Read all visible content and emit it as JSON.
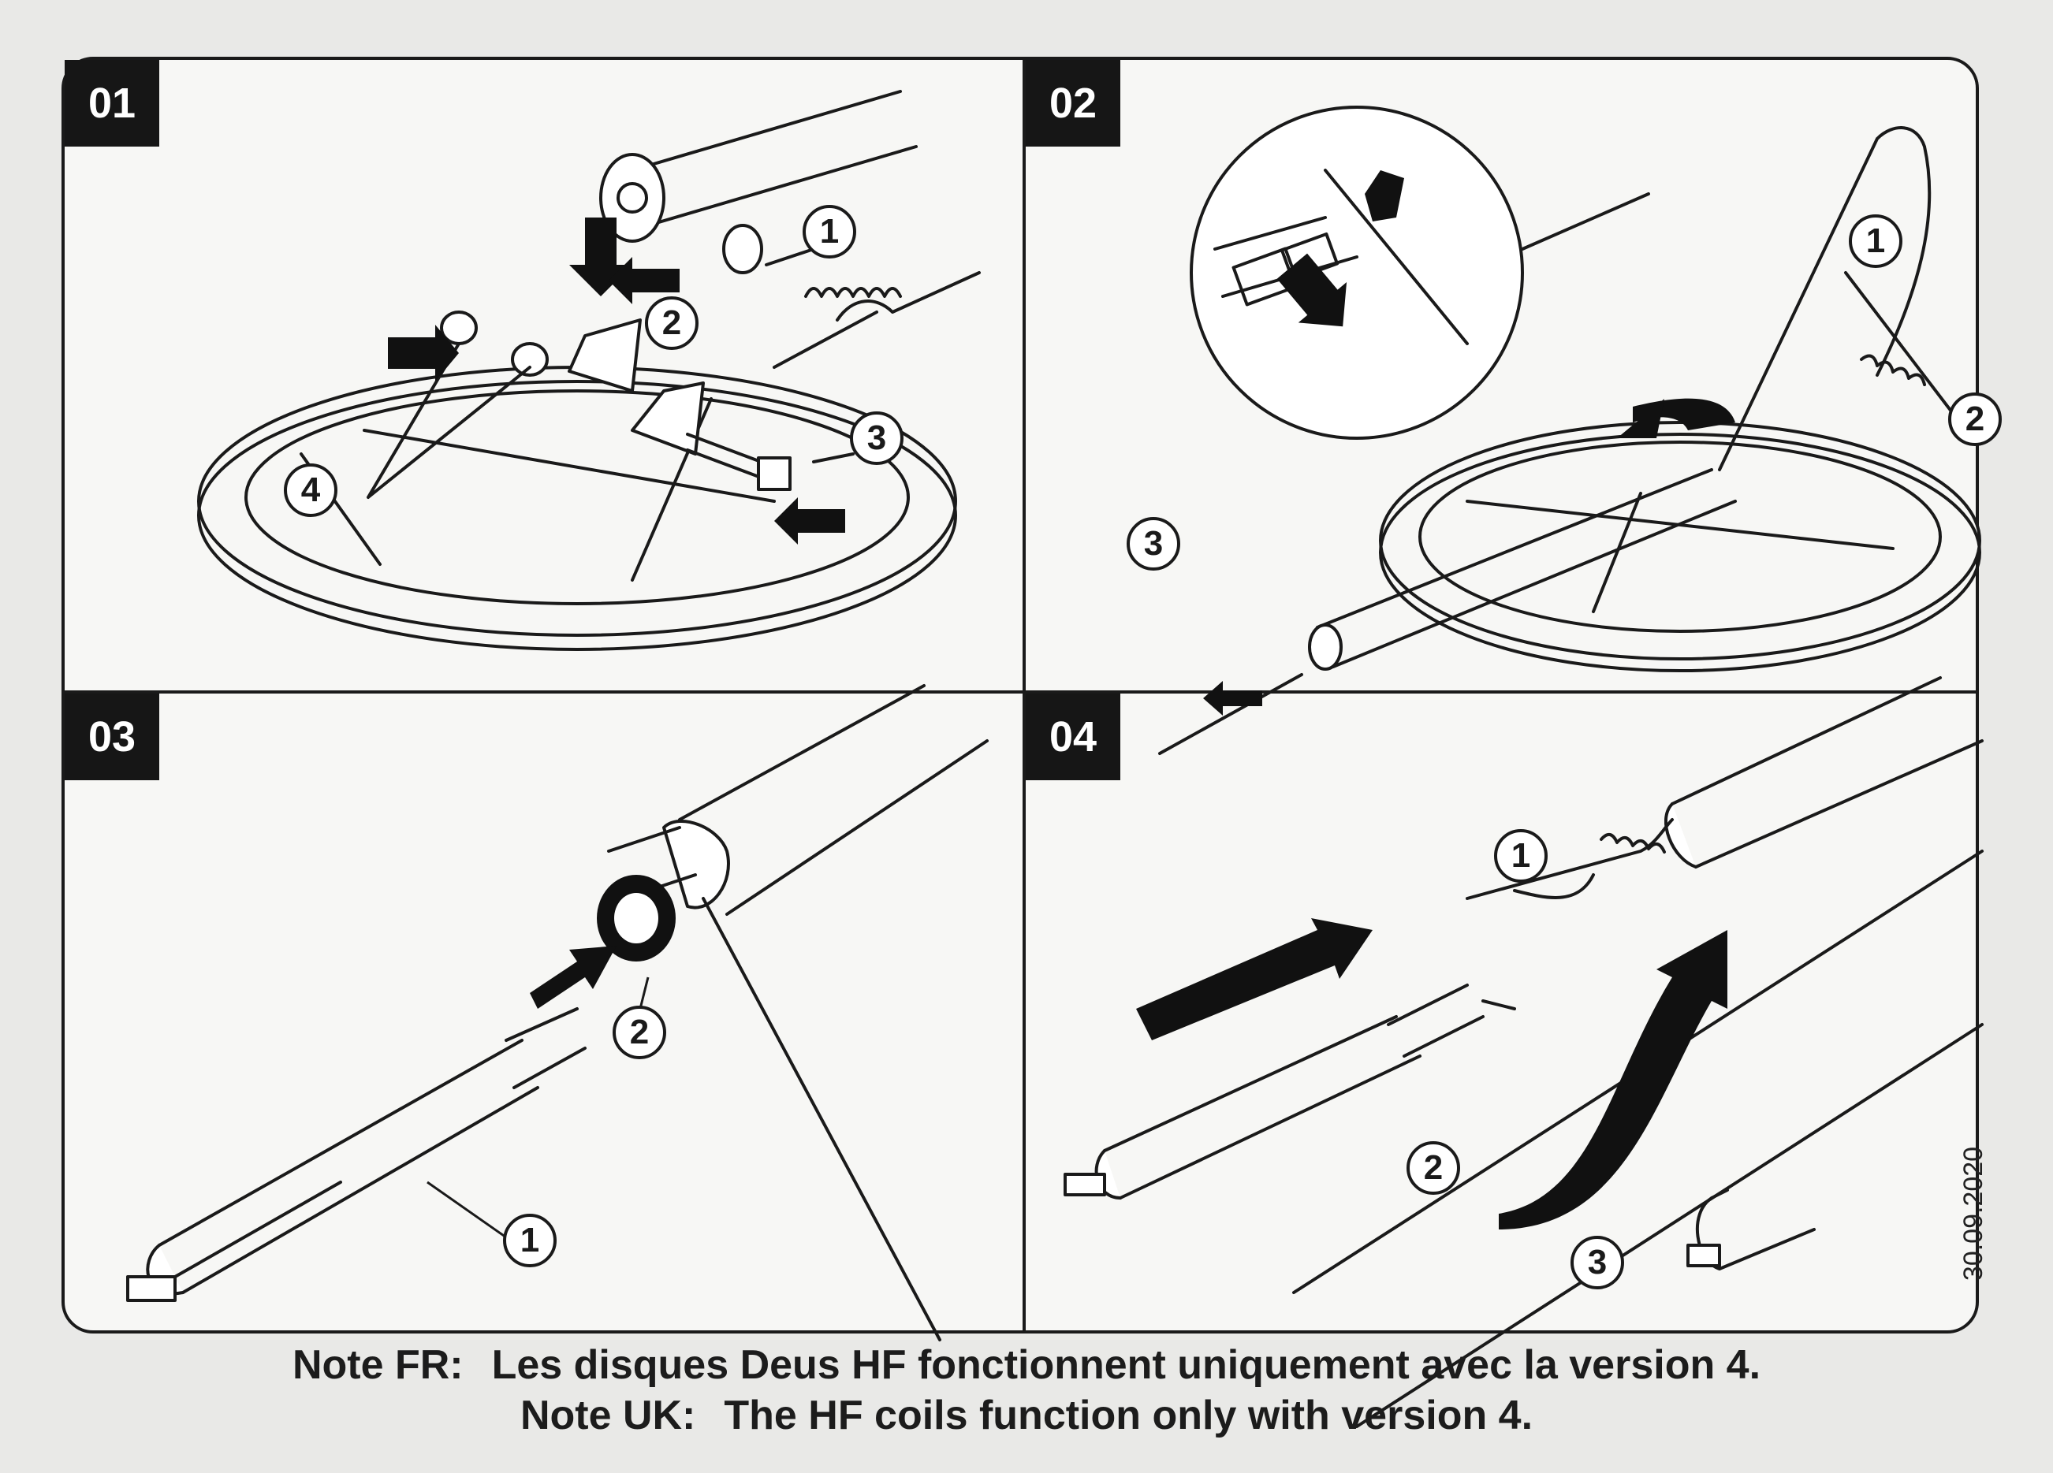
{
  "steps": [
    {
      "number": "01",
      "callouts": [
        "1",
        "2",
        "3",
        "4"
      ]
    },
    {
      "number": "02",
      "callouts": [
        "1",
        "2",
        "3"
      ]
    },
    {
      "number": "03",
      "callouts": [
        "1",
        "2"
      ]
    },
    {
      "number": "04",
      "callouts": [
        "1",
        "2",
        "3"
      ]
    }
  ],
  "date": "30.09.2020",
  "notes": [
    {
      "label": "Note FR:",
      "text": "Les disques Deus HF fonctionnent uniquement avec la version 4."
    },
    {
      "label": "Note UK:",
      "text": "The HF coils function only with version 4."
    }
  ]
}
